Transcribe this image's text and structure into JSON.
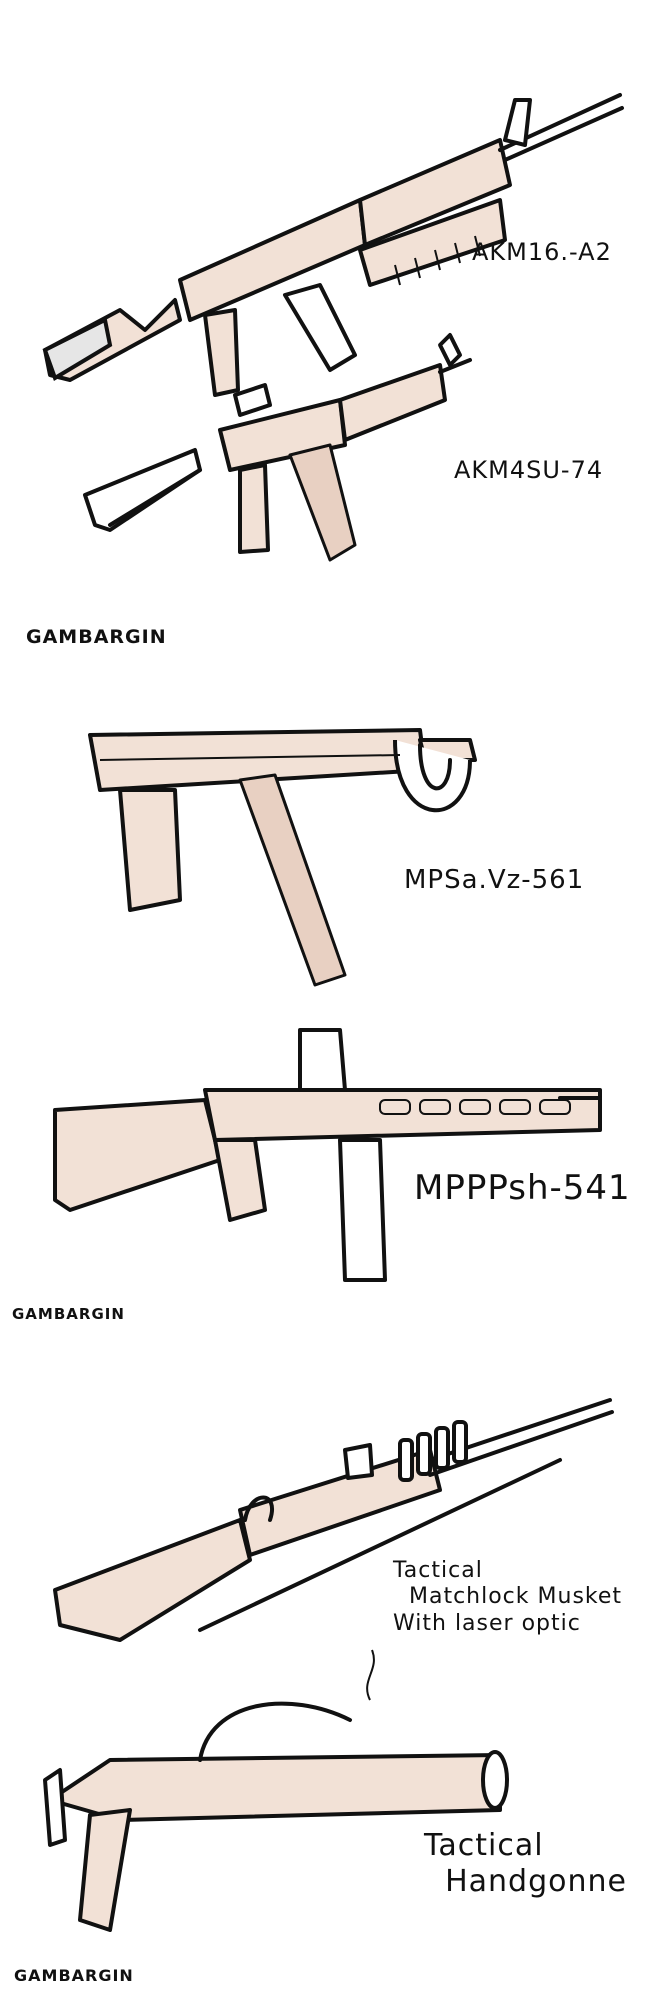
{
  "illustration": {
    "theme": "hand-drawn comic of mashup firearms",
    "colors": {
      "ink": "#111111",
      "tint": "#f2e1d6",
      "background": "#ffffff"
    },
    "panels": [
      {
        "id": "akm16",
        "label": "AKM16.-A2"
      },
      {
        "id": "akm4su",
        "label": "AKM4SU-74"
      },
      {
        "id": "mpsa",
        "label": "MPSa.Vz-561"
      },
      {
        "id": "mppp",
        "label": "MPPPsh-541"
      },
      {
        "id": "musket",
        "label": "Tactical\n  Matchlock Musket\nWith laser optic"
      },
      {
        "id": "handgonne",
        "label": "Tactical\n  Handgonne"
      }
    ],
    "signatures": [
      "GAMBARGIN",
      "GAMBARGIN",
      "GAMBARGIN"
    ]
  }
}
